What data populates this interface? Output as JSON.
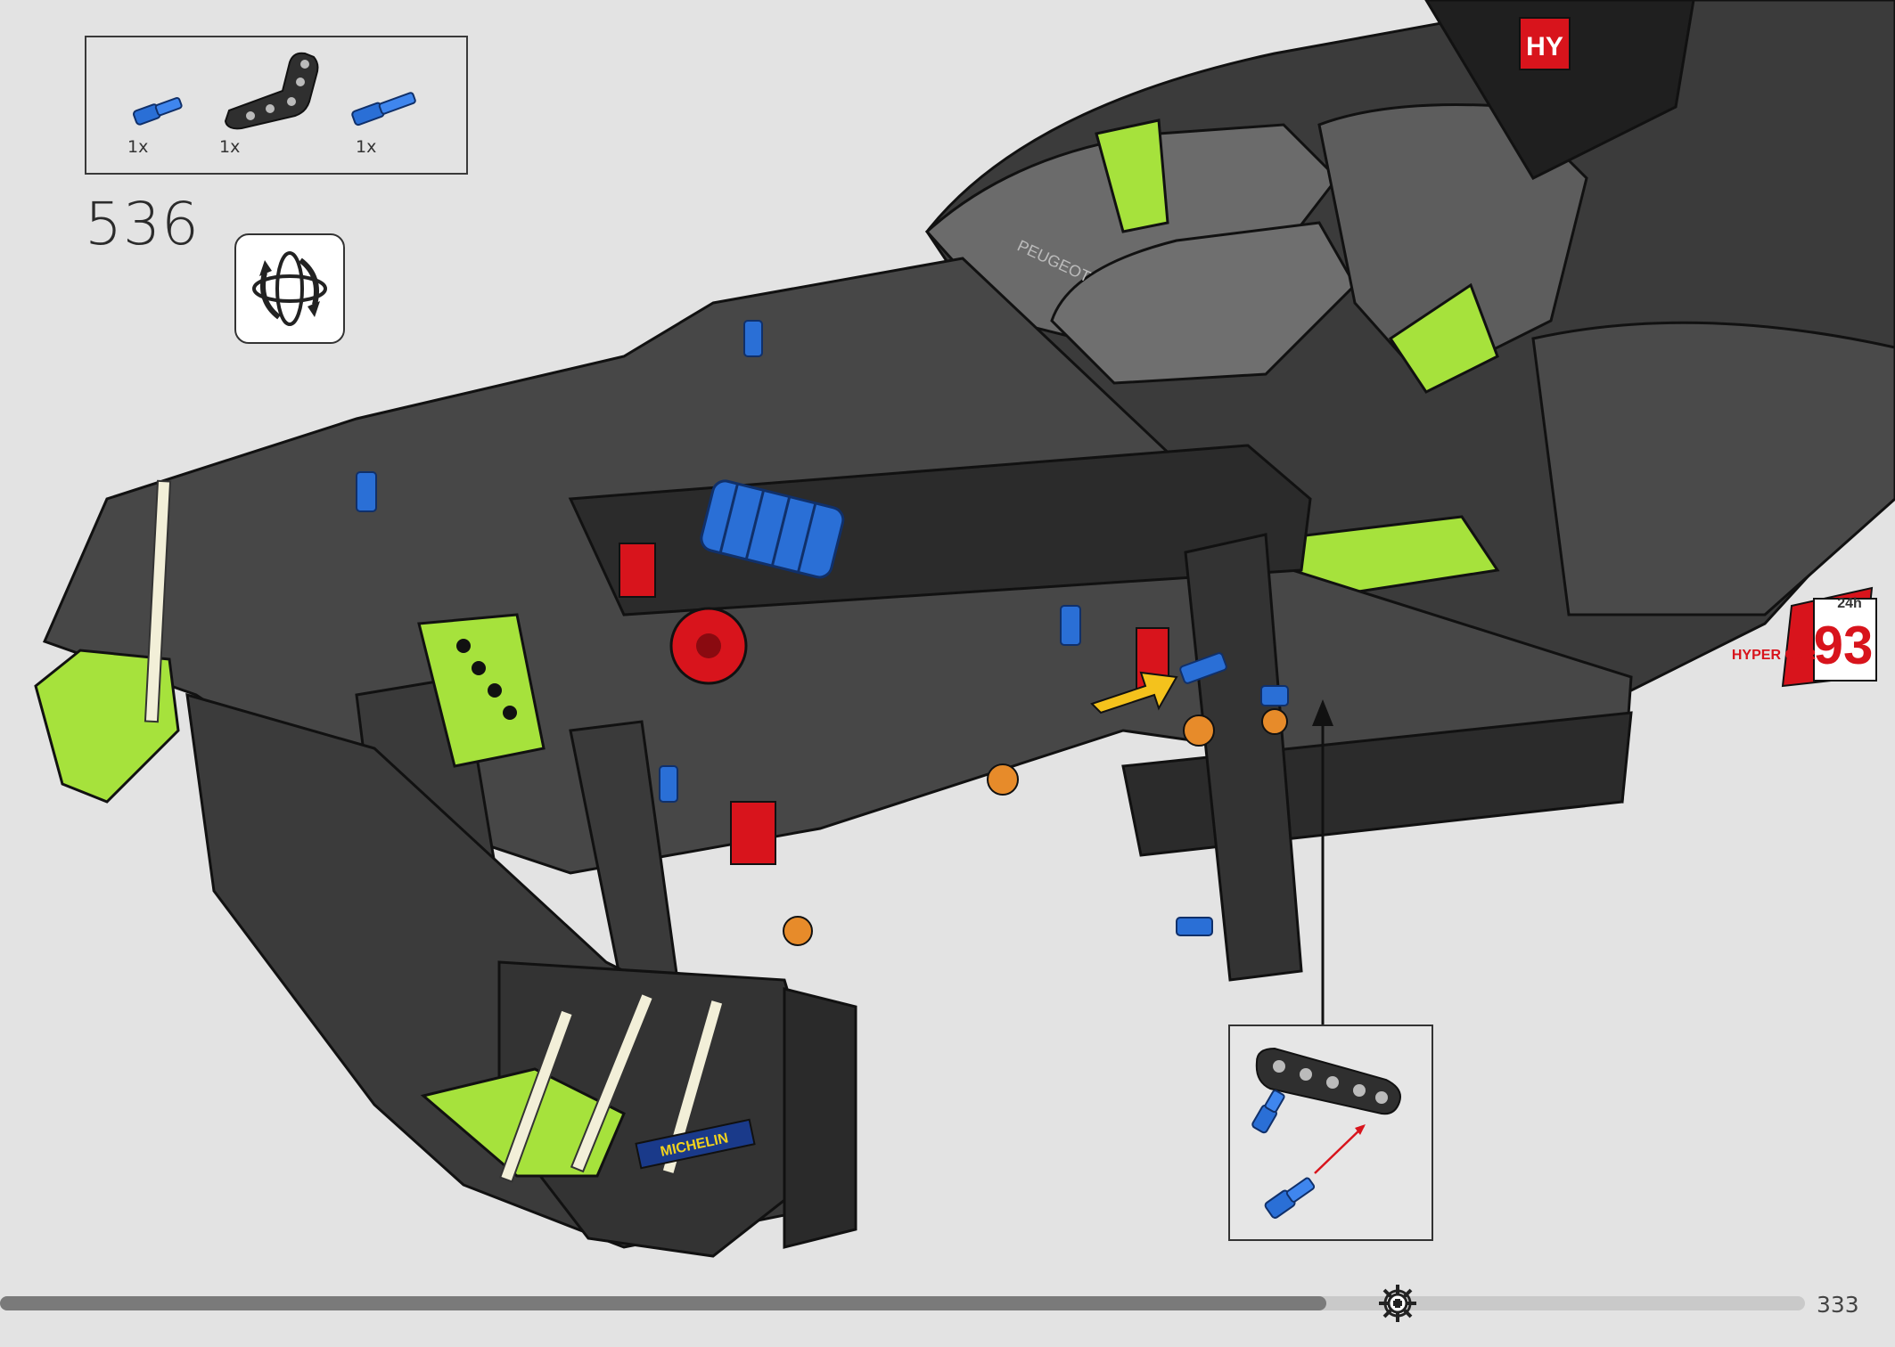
{
  "parts_list": {
    "items": [
      {
        "name": "blue-pin",
        "qty": "1x"
      },
      {
        "name": "black-angled-beam",
        "qty": "1x"
      },
      {
        "name": "blue-axle-pin",
        "qty": "1x"
      }
    ]
  },
  "step": {
    "number": "536"
  },
  "rotate_icon": "rotate-model-icon",
  "model_labels": {
    "race_number": "93",
    "hy_badge": "HY",
    "hypercar": "HYPER CAR",
    "le_mans": "24h",
    "michelin": "MICHELIN",
    "peugeot": "PEUGEOT"
  },
  "progress": {
    "fraction": 0.735
  },
  "page": {
    "number": "333"
  },
  "colors": {
    "background": "#e3e3e3",
    "lime": "#a6e23c",
    "blue": "#2a6fd6",
    "red": "#d8141c",
    "dark": "#2a2a2a"
  }
}
